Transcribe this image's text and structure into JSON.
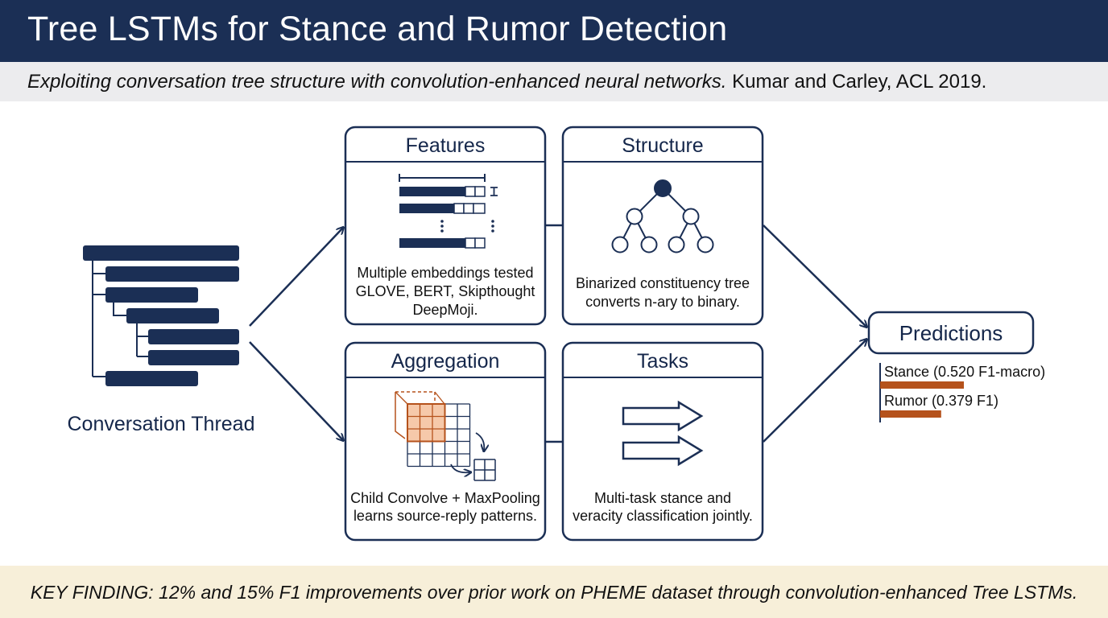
{
  "header": {
    "title": "Tree LSTMs for Stance and Rumor Detection"
  },
  "subtitle": {
    "italic": "Exploiting conversation tree structure with convolution-enhanced neural networks.",
    "citation": "Kumar and Carley, ACL 2019."
  },
  "thread": {
    "label": "Conversation Thread"
  },
  "cards": {
    "features": {
      "title": "Features",
      "lines": [
        "Multiple embeddings tested",
        "GLOVE, BERT, Skipthought",
        "DeepMoji."
      ]
    },
    "structure": {
      "title": "Structure",
      "lines": [
        "Binarized constituency tree",
        "converts n-ary to binary."
      ]
    },
    "aggregation": {
      "title": "Aggregation",
      "lines": [
        "Child Convolve + MaxPooling",
        "learns source-reply patterns."
      ]
    },
    "tasks": {
      "title": "Tasks",
      "lines": [
        "Multi-task stance and",
        "veracity classification jointly."
      ]
    }
  },
  "predictions": {
    "title": "Predictions",
    "items": [
      {
        "label": "Stance (0.520 F1-macro)",
        "value": 0.52
      },
      {
        "label": "Rumor (0.379 F1)",
        "value": 0.379
      }
    ]
  },
  "footer": {
    "text": "KEY FINDING: 12% and 15% F1 improvements over prior work on PHEME dataset through convolution-enhanced Tree LSTMs."
  },
  "colors": {
    "navy": "#1b2f55",
    "accent": "#b5521c",
    "light_accent": "#f6c9aa",
    "footer_bg": "#f7efd9"
  }
}
